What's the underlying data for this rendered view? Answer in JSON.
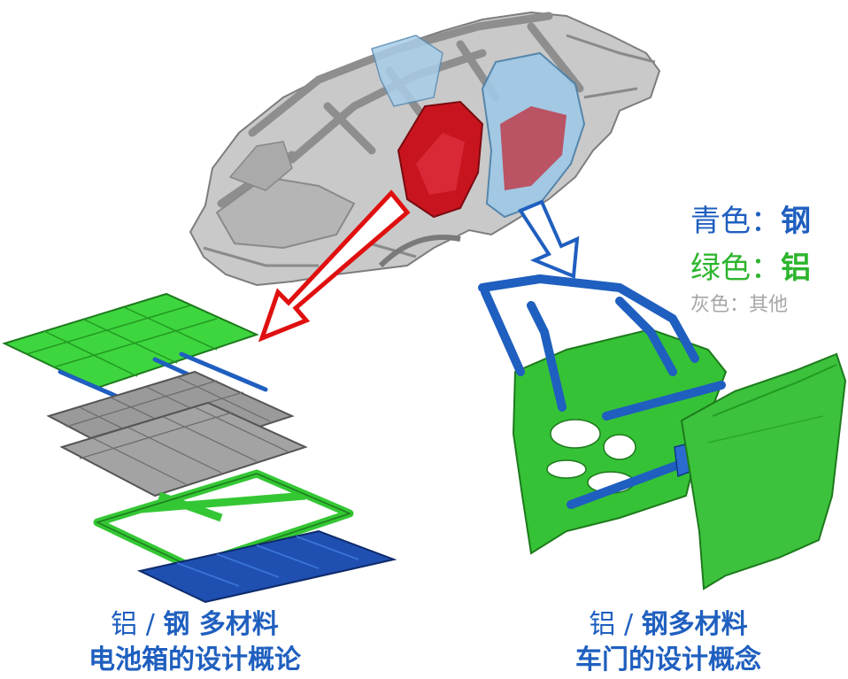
{
  "colors": {
    "steel": "#1f5fbf",
    "aluminum": "#2db52d",
    "other": "#a6a6a6",
    "accent_arrow": "#e01010",
    "interior": "#c8141e"
  },
  "legend": {
    "steel": {
      "label": "青色",
      "sep": "：",
      "value": "钢"
    },
    "aluminum": {
      "label": "绿色",
      "sep": "：",
      "value": "铝"
    },
    "other": {
      "label": "灰色",
      "sep": "：",
      "value": "其他"
    }
  },
  "captions": {
    "left": {
      "line1_a": "铝 / ",
      "line1_b": "钢  多材料",
      "line2": "电池箱的设计概论"
    },
    "right": {
      "line1_a": "铝 / ",
      "line1_b": "钢多材料",
      "line2": "车门的设计概念"
    }
  },
  "icons": {
    "car_body": "body-in-white-illustration",
    "battery": "exploded-battery-box-illustration",
    "door": "exploded-door-illustration",
    "arrow_left": "red-hollow-arrow",
    "arrow_right": "blue-hollow-arrow"
  }
}
